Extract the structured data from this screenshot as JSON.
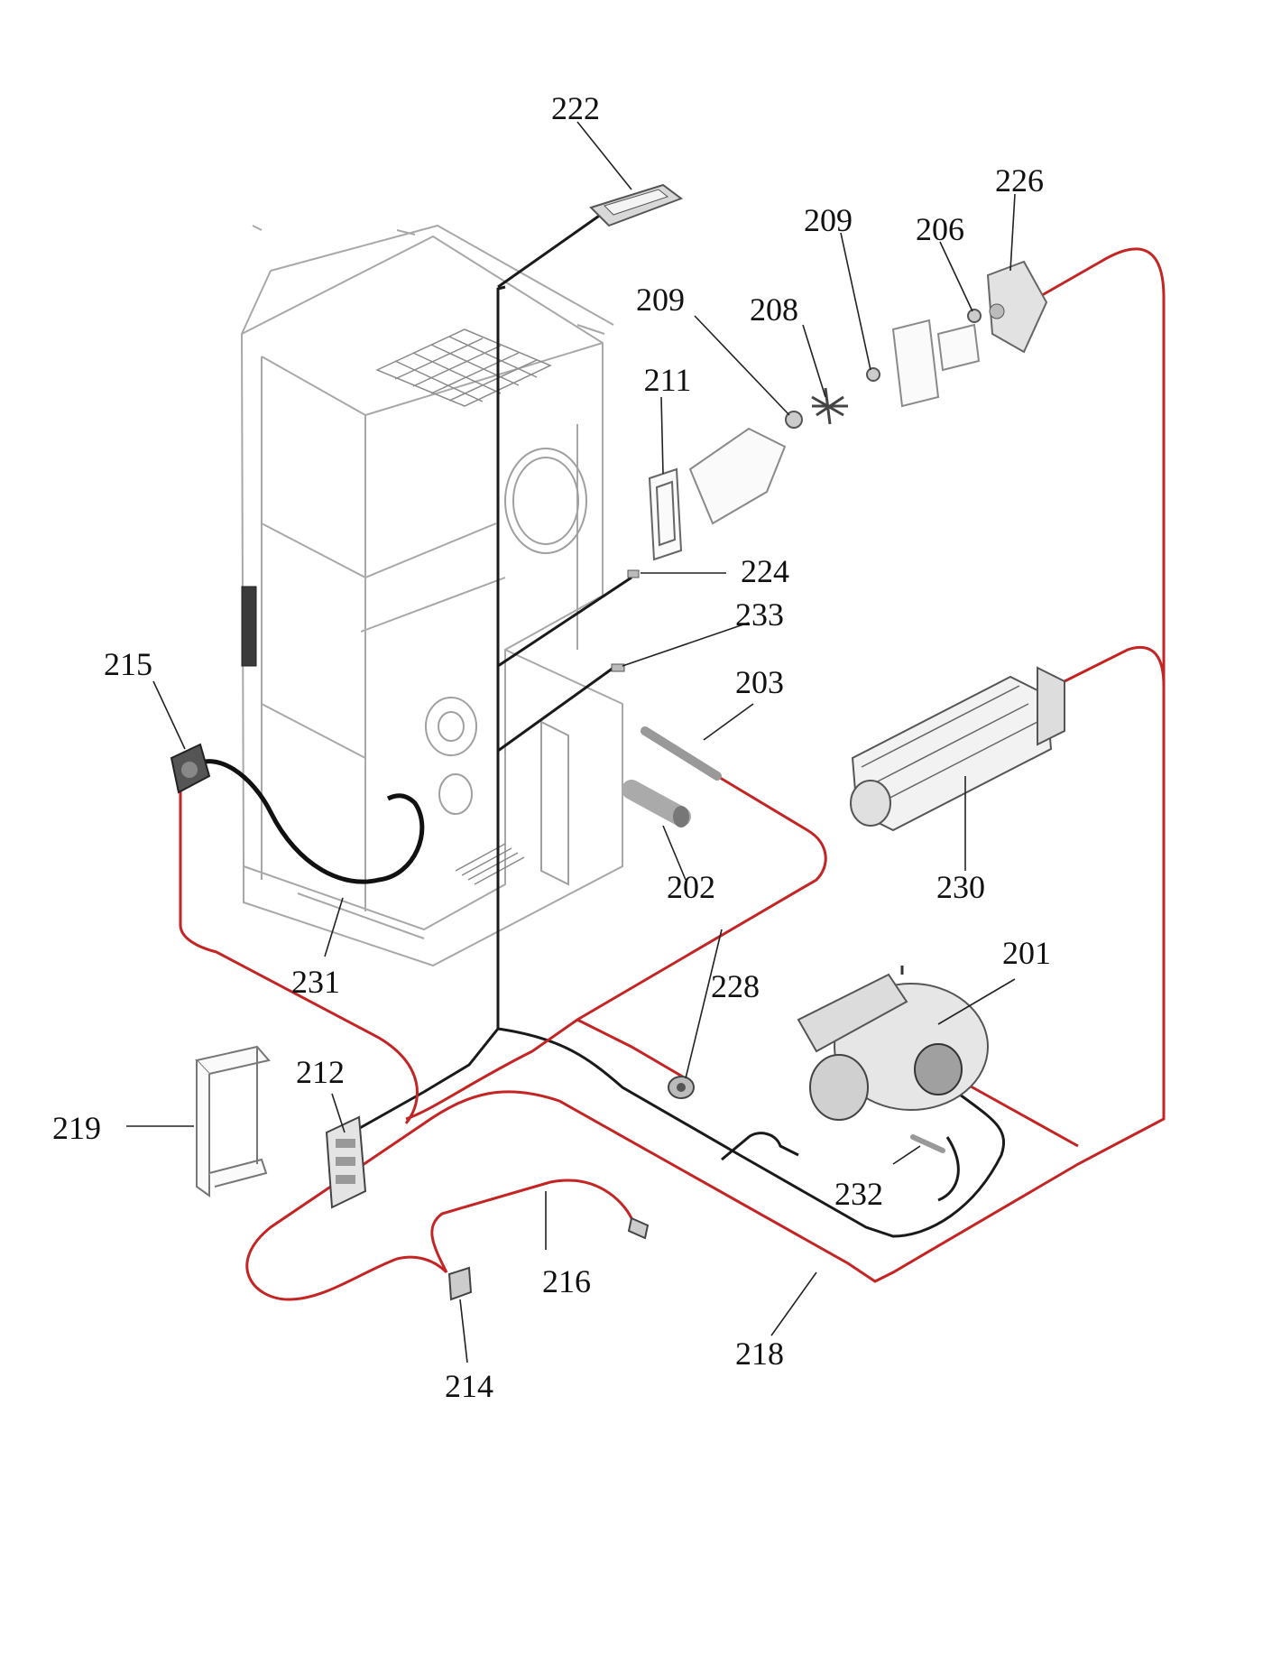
{
  "diagram": {
    "wire_colors": {
      "red": "#c42424",
      "black": "#1a1a1a",
      "part_outline": "#9a9a9a"
    },
    "callouts": [
      {
        "id": "222",
        "label": "222"
      },
      {
        "id": "226",
        "label": "226"
      },
      {
        "id": "209a",
        "label": "209"
      },
      {
        "id": "206",
        "label": "206"
      },
      {
        "id": "209b",
        "label": "209"
      },
      {
        "id": "208",
        "label": "208"
      },
      {
        "id": "211",
        "label": "211"
      },
      {
        "id": "224",
        "label": "224"
      },
      {
        "id": "233",
        "label": "233"
      },
      {
        "id": "215",
        "label": "215"
      },
      {
        "id": "203",
        "label": "203"
      },
      {
        "id": "202",
        "label": "202"
      },
      {
        "id": "230",
        "label": "230"
      },
      {
        "id": "231",
        "label": "231"
      },
      {
        "id": "201",
        "label": "201"
      },
      {
        "id": "228",
        "label": "228"
      },
      {
        "id": "212",
        "label": "212"
      },
      {
        "id": "219",
        "label": "219"
      },
      {
        "id": "232",
        "label": "232"
      },
      {
        "id": "216",
        "label": "216"
      },
      {
        "id": "214",
        "label": "214"
      },
      {
        "id": "218",
        "label": "218"
      }
    ]
  }
}
